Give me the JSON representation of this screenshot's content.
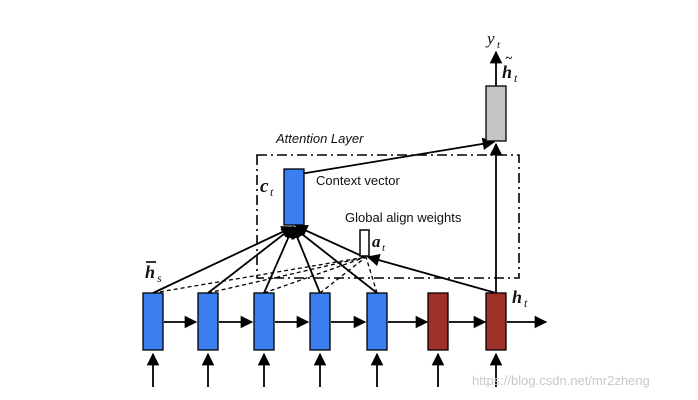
{
  "labels": {
    "attention_layer": "Attention Layer",
    "context_vector": "Context vector",
    "global_align_weights": "Global align weights",
    "ct_main": "c",
    "ct_sub": "t",
    "at_main": "a",
    "at_sub": "t",
    "hs_main": "h",
    "hs_sub": "s",
    "ht_main": "h",
    "ht_sub": "t",
    "htilde_main": "h",
    "htilde_sub": "t",
    "yt_main": "y",
    "yt_sub": "t"
  },
  "watermark": "https://blog.csdn.net/mr2zheng",
  "colors": {
    "encoder": "#3a7ef0",
    "decoder": "#a0302a",
    "output": "#c4c4c4",
    "context": "#3a7ef0",
    "line": "#000000"
  }
}
